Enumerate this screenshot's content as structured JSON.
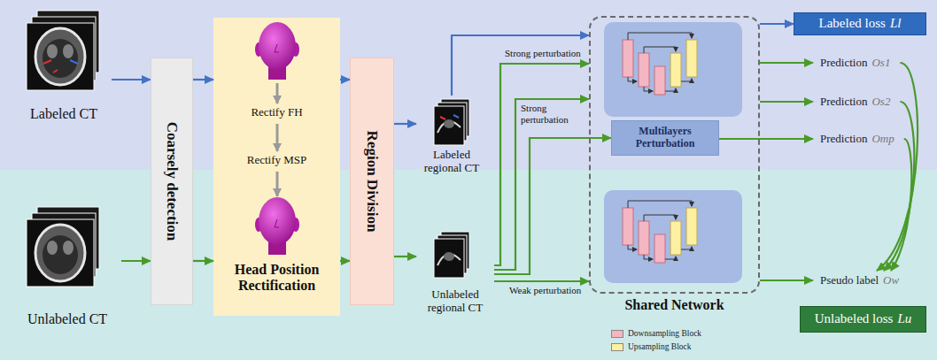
{
  "diagram": {
    "nodes": [
      {
        "text": [
          "Labeled CT"
        ]
      },
      {
        "text": [
          "Unlabeled CT"
        ]
      },
      {
        "text": [
          "Coarsely detection"
        ]
      },
      {
        "text": [
          "Rectify FH",
          "Rectify MSP",
          "Head Position Rectification"
        ]
      },
      {
        "text": [
          "Region Division"
        ]
      },
      {
        "text": [
          "Labeled regional CT"
        ]
      },
      {
        "text": [
          "Unlabeled regional CT"
        ]
      },
      {
        "text": [
          "Shared Network"
        ]
      },
      {
        "text": [
          "Multilayers Perturbation"
        ],
        "in": 7
      },
      {
        "text": [
          "Labeled loss",
          "Ll"
        ]
      },
      {
        "text": [
          "Prediction",
          "Os1"
        ]
      },
      {
        "text": [
          "Prediction",
          "Os2"
        ]
      },
      {
        "text": [
          "Prediction",
          "Omp"
        ]
      },
      {
        "text": [
          "Pseudo label",
          "Ow"
        ]
      },
      {
        "text": [
          "Unlabeled loss",
          "Lu"
        ]
      }
    ],
    "edges": [
      {
        "from": 0,
        "to": 2,
        "arrow": "to"
      },
      {
        "from": 1,
        "to": 2,
        "arrow": "to"
      },
      {
        "from": 2,
        "to": 3,
        "arrow": "to"
      },
      {
        "from": 2,
        "to": 3,
        "arrow": "to"
      },
      {
        "from": 3,
        "to": 4,
        "arrow": "to"
      },
      {
        "from": 3,
        "to": 4,
        "arrow": "to"
      },
      {
        "from": 4,
        "to": 5,
        "arrow": "to"
      },
      {
        "from": 4,
        "to": 6,
        "arrow": "to"
      },
      {
        "from": 5,
        "to": 7,
        "arrow": "to"
      },
      {
        "from": 6,
        "to": 7,
        "label": "Strong perturbation",
        "arrow": "to"
      },
      {
        "from": 6,
        "to": 7,
        "label": "Strong perturbation",
        "arrow": "to"
      },
      {
        "from": 6,
        "to": 8,
        "arrow": "to"
      },
      {
        "from": 6,
        "to": 7,
        "label": "Weak perturbation",
        "arrow": "to"
      },
      {
        "from": 7,
        "to": 9,
        "arrow": "to"
      },
      {
        "from": 7,
        "to": 10,
        "arrow": "to"
      },
      {
        "from": 7,
        "to": 11,
        "arrow": "to"
      },
      {
        "from": 8,
        "to": 12,
        "arrow": "to"
      },
      {
        "from": 7,
        "to": 13,
        "arrow": "to"
      },
      {
        "from": 10,
        "to": 13,
        "arrow": "to"
      },
      {
        "from": 11,
        "to": 13,
        "arrow": "to"
      },
      {
        "from": 12,
        "to": 13,
        "arrow": "to"
      }
    ],
    "legend": [
      {
        "text": "Downsampling Block",
        "color": "#f4b6c2"
      },
      {
        "text": "Upsampling Block",
        "color": "#fdf0a0"
      }
    ]
  }
}
